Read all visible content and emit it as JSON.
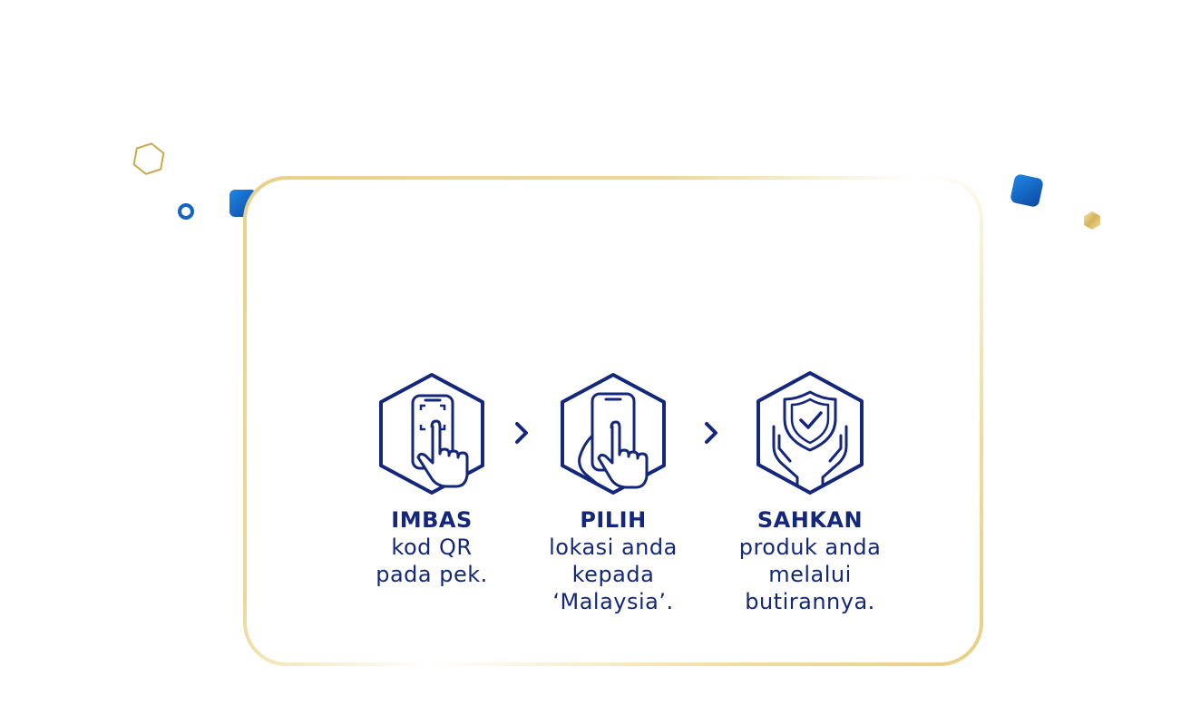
{
  "colors": {
    "navy": "#14277a",
    "blue": "#1565c0",
    "gold": "#e6cf86"
  },
  "steps": [
    {
      "icon": "qr-scan-phone-icon",
      "title": "IMBAS",
      "lines": [
        "kod QR",
        "pada pek."
      ]
    },
    {
      "icon": "phone-in-hand-icon",
      "title": "PILIH",
      "lines": [
        "lokasi anda",
        "kepada",
        "‘Malaysia’."
      ]
    },
    {
      "icon": "shield-check-hands-icon",
      "title": "SAHKAN",
      "lines": [
        "produk anda",
        "melalui",
        "butirannya."
      ]
    }
  ]
}
